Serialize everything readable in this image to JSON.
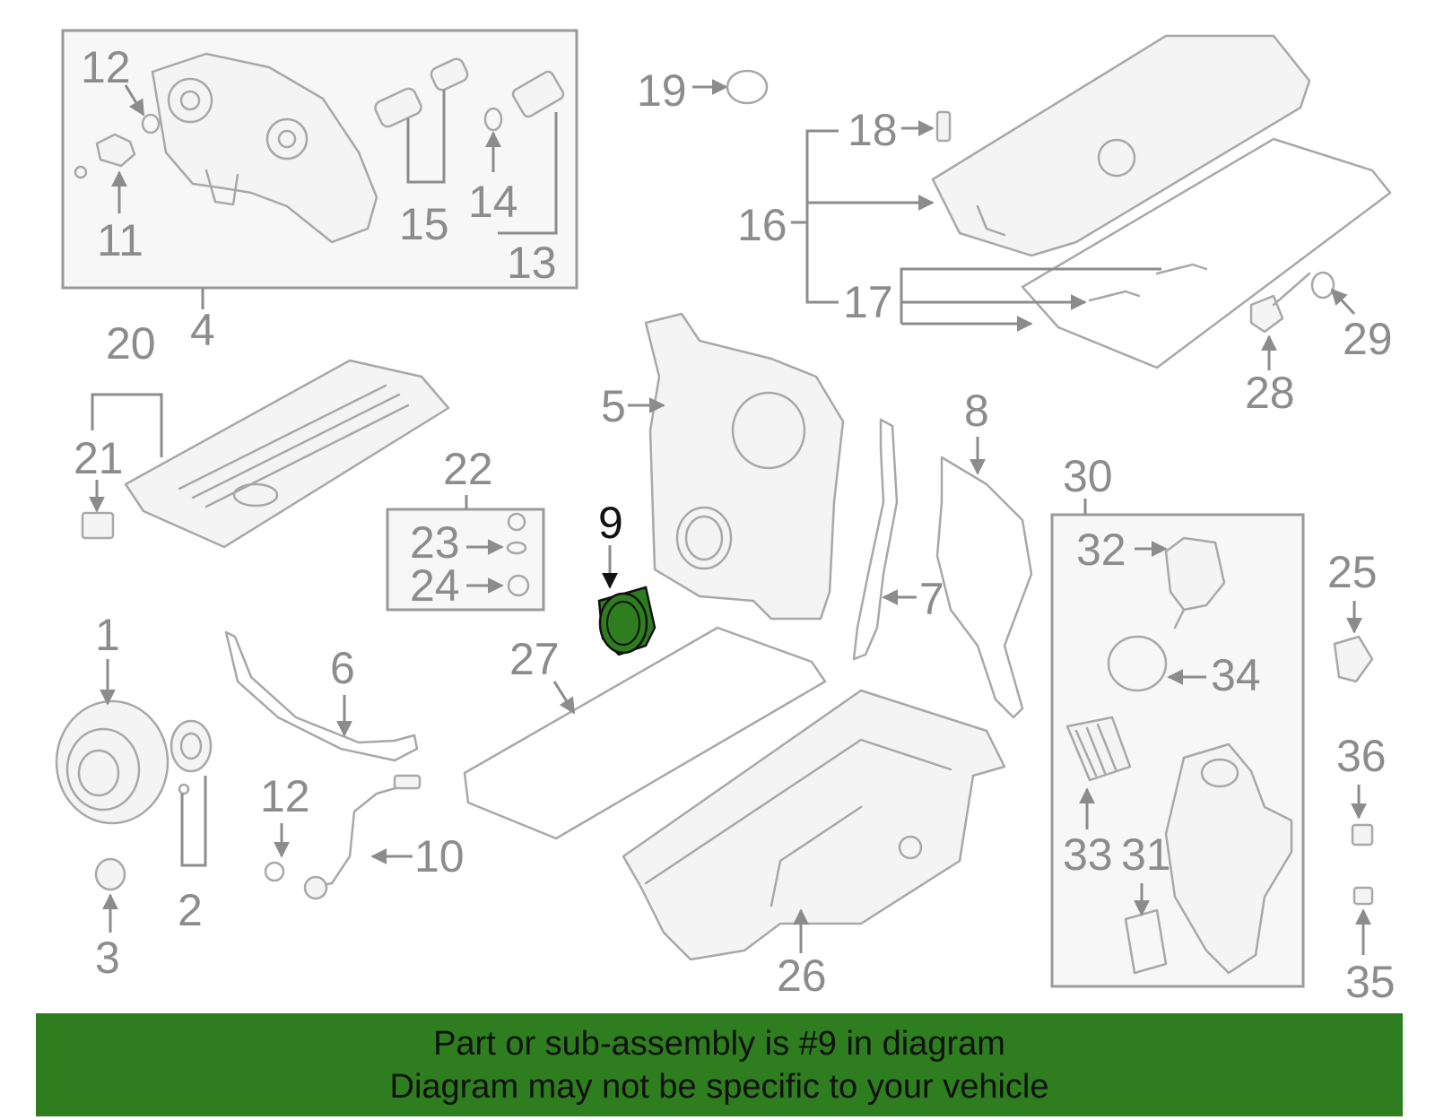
{
  "diagram": {
    "highlight_color": "#2e7d1e",
    "highlighted_part": "9",
    "labels": {
      "1": "1",
      "2": "2",
      "3": "3",
      "4": "4",
      "5": "5",
      "6": "6",
      "7": "7",
      "8": "8",
      "9": "9",
      "10": "10",
      "11": "11",
      "12a": "12",
      "12b": "12",
      "13": "13",
      "14": "14",
      "15": "15",
      "16": "16",
      "17": "17",
      "18": "18",
      "19": "19",
      "20": "20",
      "21": "21",
      "22": "22",
      "23": "23",
      "24": "24",
      "25": "25",
      "26": "26",
      "27": "27",
      "28": "28",
      "29": "29",
      "30": "30",
      "31": "31",
      "32": "32",
      "33": "33",
      "34": "34",
      "35": "35",
      "36": "36"
    }
  },
  "banner": {
    "line1": "Part or sub-assembly is #9 in diagram",
    "line2": "Diagram may not be specific to your vehicle"
  }
}
